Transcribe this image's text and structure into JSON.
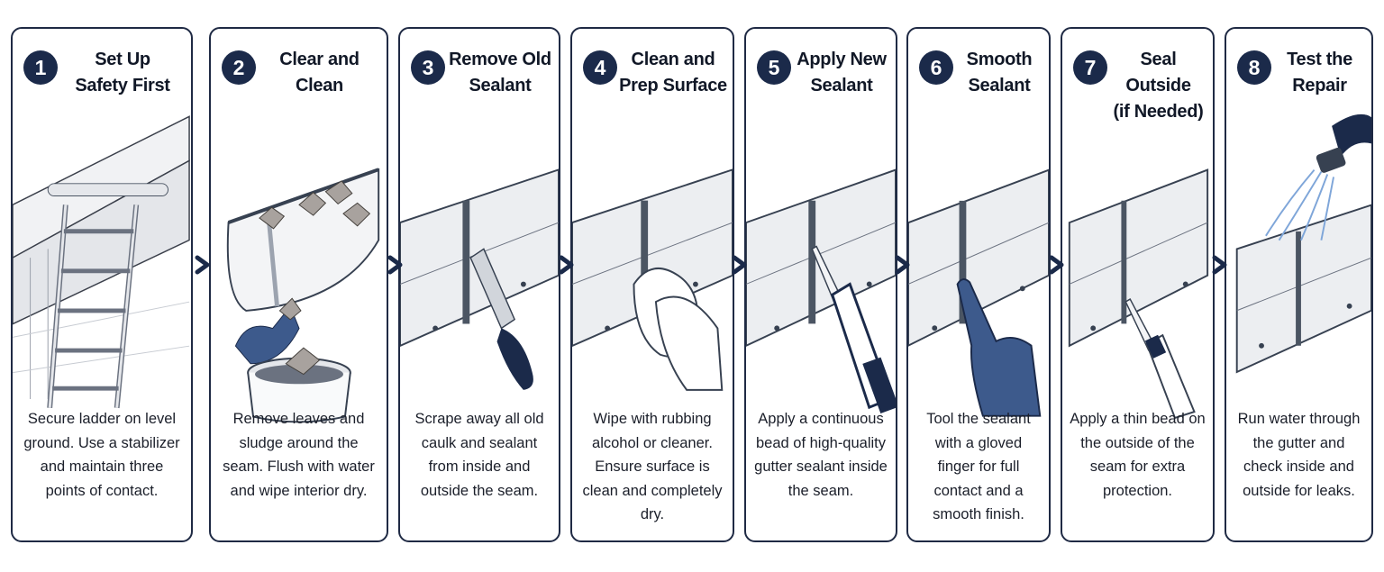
{
  "steps": [
    {
      "number": "1",
      "title": "Set Up\nSafety First",
      "description": "Secure ladder on level ground. Use a stabilizer and maintain three points of contact."
    },
    {
      "number": "2",
      "title": "Clear and\nClean",
      "description": "Remove leaves and sludge around the seam. Flush with water and wipe interior dry."
    },
    {
      "number": "3",
      "title": "Remove Old\nSealant",
      "description": "Scrape away all old caulk and sealant from inside and outside the seam."
    },
    {
      "number": "4",
      "title": "Clean and\nPrep Surface",
      "description": "Wipe with rubbing alcohol or cleaner. Ensure surface is clean and completely dry."
    },
    {
      "number": "5",
      "title": "Apply New\nSealant",
      "description": "Apply a continuous bead of high-quality gutter sealant inside the seam."
    },
    {
      "number": "6",
      "title": "Smooth\nSealant",
      "description": "Tool the sealant with a gloved finger for full contact and a smooth finish."
    },
    {
      "number": "7",
      "title": "Seal Outside\n(if Needed)",
      "description": "Apply a thin bead on the outside of the seam for extra protection."
    },
    {
      "number": "8",
      "title": "Test the\nRepair",
      "description": "Run water through the gutter and check inside and outside for leaks."
    }
  ],
  "illustrations": [
    "ladder-on-roof-edge",
    "gloved-hand-removing-leaves-into-bucket",
    "putty-knife-scraping-seam",
    "hand-wiping-seam-with-cloth",
    "caulk-gun-applying-sealant",
    "gloved-finger-smoothing-seam",
    "caulk-tube-sealing-outside-seam",
    "hose-running-water-into-gutter"
  ],
  "arrow_icon": "right-arrow-icon",
  "colors": {
    "navy": "#1b2a4a",
    "border": "#1f2a44",
    "glove": "#3d5a8c",
    "line": "#2a2f3a"
  }
}
